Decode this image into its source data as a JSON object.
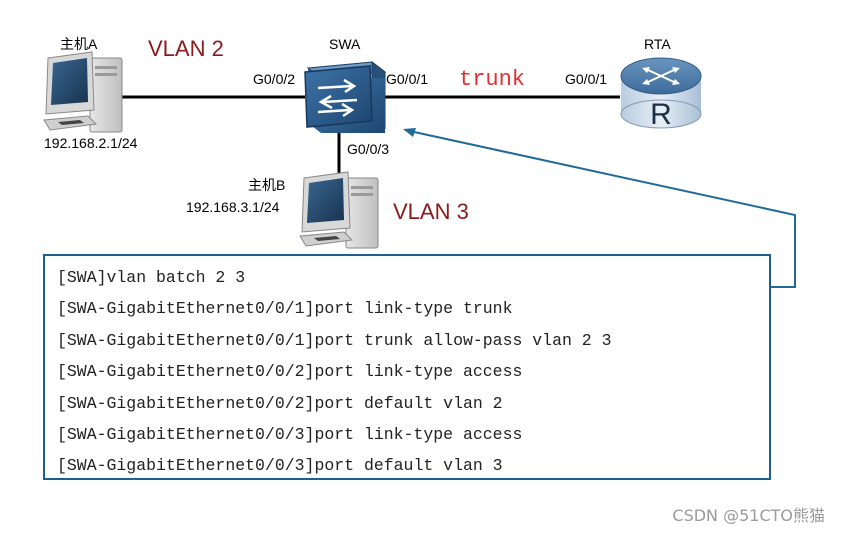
{
  "devices": {
    "host_a": {
      "name": "主机A",
      "ip": "192.168.2.1/24"
    },
    "host_b": {
      "name": "主机B",
      "ip": "192.168.3.1/24"
    },
    "switch": {
      "name": "SWA"
    },
    "router": {
      "name": "RTA",
      "glyph": "R"
    }
  },
  "ports": {
    "swa_left": "G0/0/2",
    "swa_right": "G0/0/1",
    "swa_bottom": "G0/0/3",
    "rta_left": "G0/0/1"
  },
  "links": {
    "trunk_label": "trunk"
  },
  "vlans": {
    "vlan2": "VLAN 2",
    "vlan3": "VLAN 3"
  },
  "config": {
    "lines": [
      "[SWA]vlan batch 2 3",
      "[SWA-GigabitEthernet0/0/1]port link-type trunk",
      "[SWA-GigabitEthernet0/0/1]port trunk allow-pass vlan 2 3",
      "[SWA-GigabitEthernet0/0/2]port link-type access",
      "[SWA-GigabitEthernet0/0/2]port default vlan 2",
      "[SWA-GigabitEthernet0/0/3]port link-type access",
      "[SWA-GigabitEthernet0/0/3]port default vlan 3"
    ]
  },
  "watermark": "CSDN @51CTO熊猫",
  "colors": {
    "vlan_text": "#8b1a1a",
    "trunk_text": "#e03030",
    "switch_blue": "#2b5b8c",
    "router_blue": "#3d6d9c",
    "box_border": "#1f5f8b"
  },
  "icons": {
    "host": "computer-icon",
    "switch": "switch-icon",
    "router": "router-icon"
  }
}
